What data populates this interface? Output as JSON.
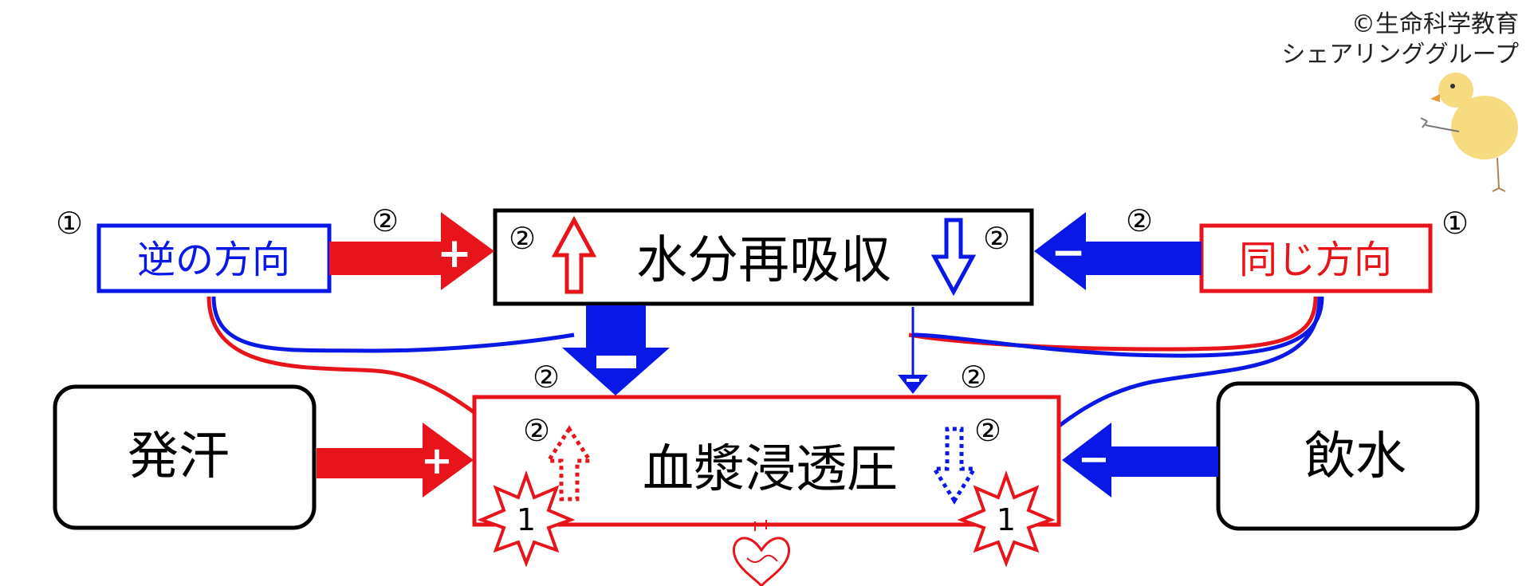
{
  "credit": {
    "line1": "©生命科学教育",
    "line2": "シェアリンググループ"
  },
  "nodes": {
    "reverse": "逆の方向",
    "same": "同じ方向",
    "reabsorption": "水分再吸収",
    "osmotic": "血漿浸透圧",
    "sweat": "発汗",
    "drink": "飲水"
  },
  "markers": {
    "one": "①",
    "two": "②",
    "burst_one": "1"
  },
  "signs": {
    "plus": "+",
    "minus": "−"
  },
  "colors": {
    "red": "#e8141b",
    "blue": "#0a18e6",
    "black": "#000000"
  }
}
